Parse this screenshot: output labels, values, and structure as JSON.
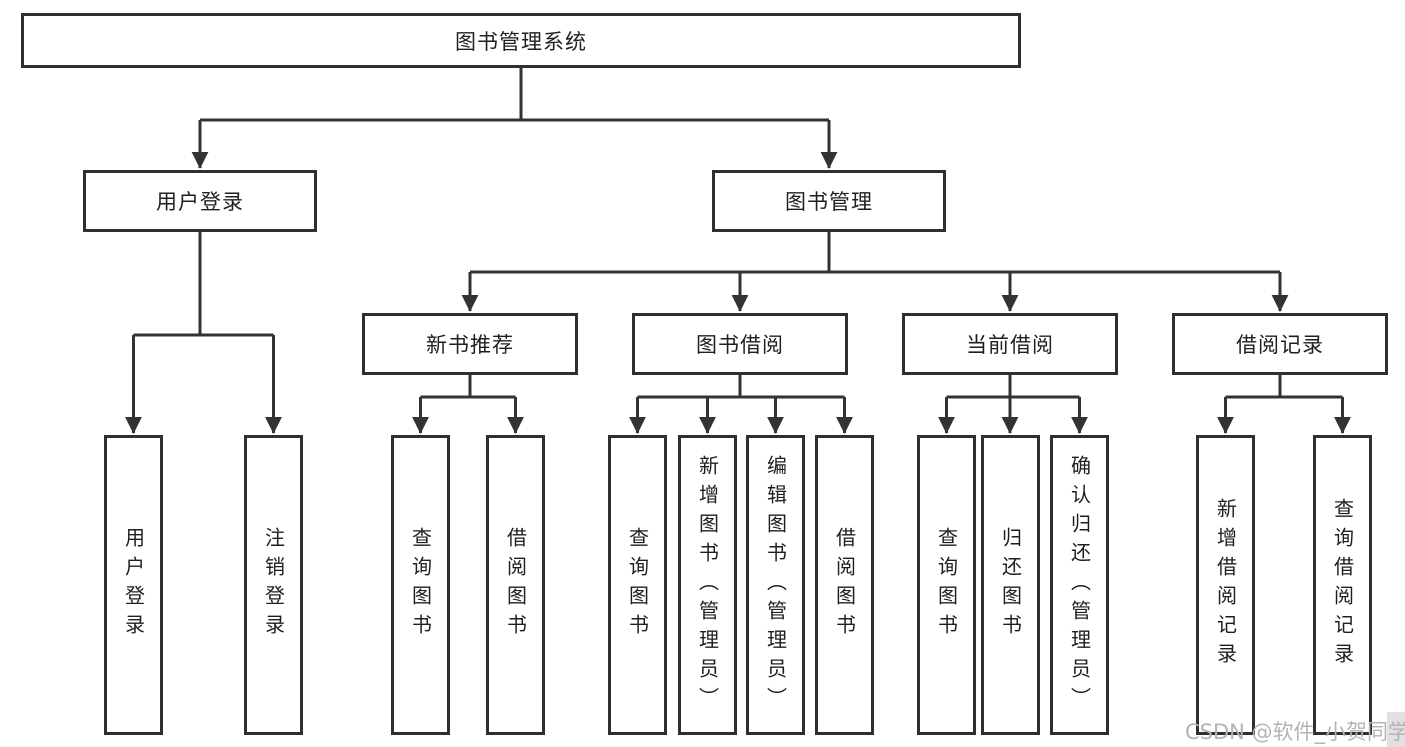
{
  "diagram": {
    "root": {
      "label": "图书管理系统"
    },
    "level2": [
      {
        "label": "用户登录"
      },
      {
        "label": "图书管理"
      }
    ],
    "level3": [
      {
        "label": "新书推荐"
      },
      {
        "label": "图书借阅"
      },
      {
        "label": "当前借阅"
      },
      {
        "label": "借阅记录"
      }
    ],
    "leaves": [
      {
        "parent": "用户登录",
        "label": "用户登录"
      },
      {
        "parent": "用户登录",
        "label": "注销登录"
      },
      {
        "parent": "新书推荐",
        "label": "查询图书"
      },
      {
        "parent": "新书推荐",
        "label": "借阅图书"
      },
      {
        "parent": "图书借阅",
        "label": "查询图书"
      },
      {
        "parent": "图书借阅",
        "label": "新增图书（管理员）"
      },
      {
        "parent": "图书借阅",
        "label": "编辑图书（管理员）"
      },
      {
        "parent": "图书借阅",
        "label": "借阅图书"
      },
      {
        "parent": "当前借阅",
        "label": "查询图书"
      },
      {
        "parent": "当前借阅",
        "label": "归还图书"
      },
      {
        "parent": "当前借阅",
        "label": "确认归还（管理员）"
      },
      {
        "parent": "借阅记录",
        "label": "新增借阅记录"
      },
      {
        "parent": "借阅记录",
        "label": "查询借阅记录"
      }
    ]
  },
  "watermark": {
    "text": "CSDN @软件_小贺同学"
  },
  "colors": {
    "box_border": "#2f2f2f",
    "connector": "#333333",
    "text": "#1f1f1f",
    "watermark_text": "#b5b3b5",
    "background": "#ffffff"
  }
}
